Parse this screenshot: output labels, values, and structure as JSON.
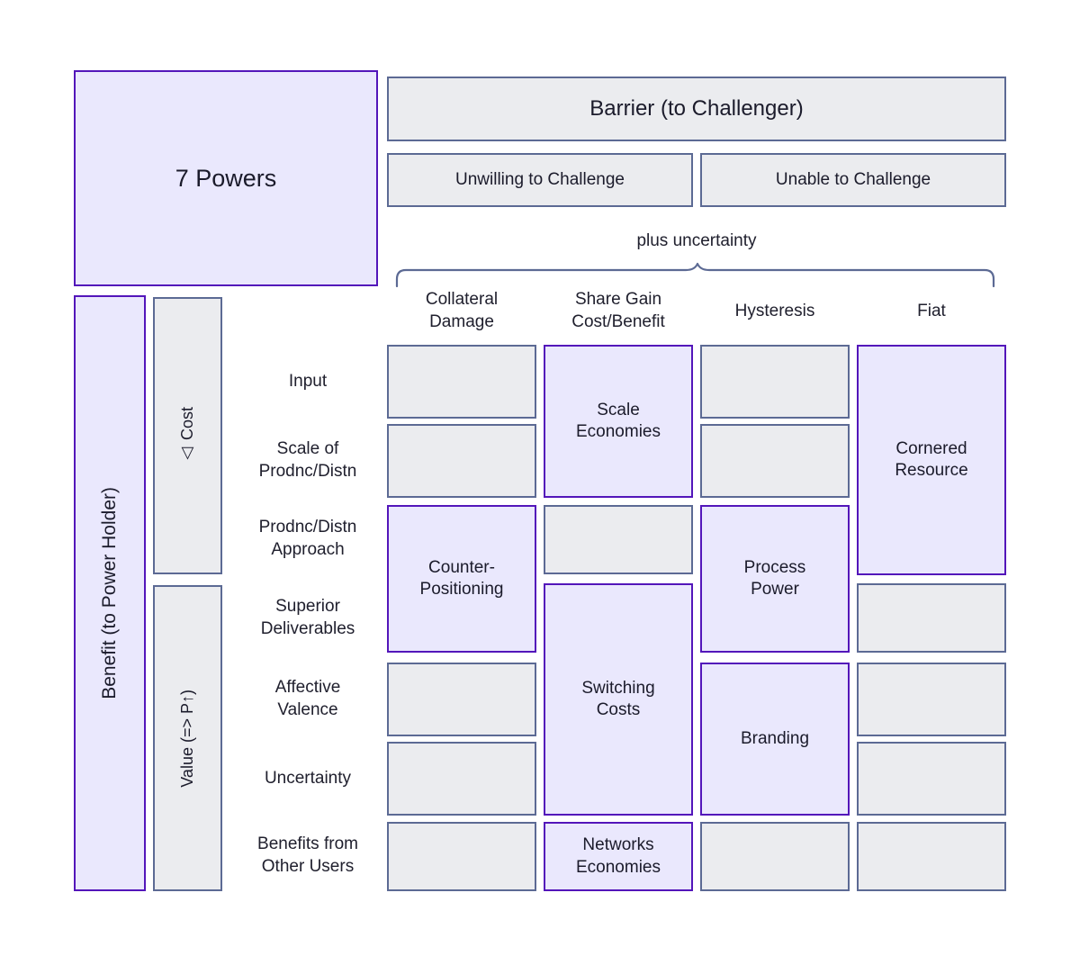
{
  "title": "7 Powers",
  "barrier": {
    "header": "Barrier (to Challenger)",
    "left": "Unwilling to Challenge",
    "right": "Unable to Challenge"
  },
  "brace_note": "plus uncertainty",
  "columns": [
    "Collateral\nDamage",
    "Share Gain\nCost/Benefit",
    "Hysteresis",
    "Fiat"
  ],
  "column_labels": {
    "c1_line1": "Collateral",
    "c1_line2": "Damage",
    "c2_line1": "Share Gain",
    "c2_line2": "Cost/Benefit",
    "c3": "Hysteresis",
    "c4": "Fiat"
  },
  "side": {
    "benefit": "Benefit (to Power Holder)",
    "cost": "△ Cost",
    "value": "Value (=> P↑)"
  },
  "rows": [
    {
      "line1": "Input",
      "line2": ""
    },
    {
      "line1": "Scale of",
      "line2": "Prodnc/Distn"
    },
    {
      "line1": "Prodnc/Distn",
      "line2": "Approach"
    },
    {
      "line1": "Superior",
      "line2": "Deliverables"
    },
    {
      "line1": "Affective",
      "line2": "Valence"
    },
    {
      "line1": "Uncertainty",
      "line2": ""
    },
    {
      "line1": "Benefits from",
      "line2": "Other Users"
    }
  ],
  "powers": {
    "scale_economies": "Scale\nEconomies",
    "scale_economies_l1": "Scale",
    "scale_economies_l2": "Economies",
    "counter_positioning_l1": "Counter-",
    "counter_positioning_l2": "Positioning",
    "switching_costs_l1": "Switching",
    "switching_costs_l2": "Costs",
    "networks_economies_l1": "Networks",
    "networks_economies_l2": "Economies",
    "process_power_l1": "Process",
    "process_power_l2": "Power",
    "branding": "Branding",
    "cornered_resource_l1": "Cornered",
    "cornered_resource_l2": "Resource"
  },
  "colors": {
    "purple_fill": "#eae8fd",
    "purple_border": "#5316ba",
    "gray_fill": "#ebecef",
    "gray_border": "#5c6a94",
    "text": "#20202e",
    "brace": "#5c6a94"
  }
}
